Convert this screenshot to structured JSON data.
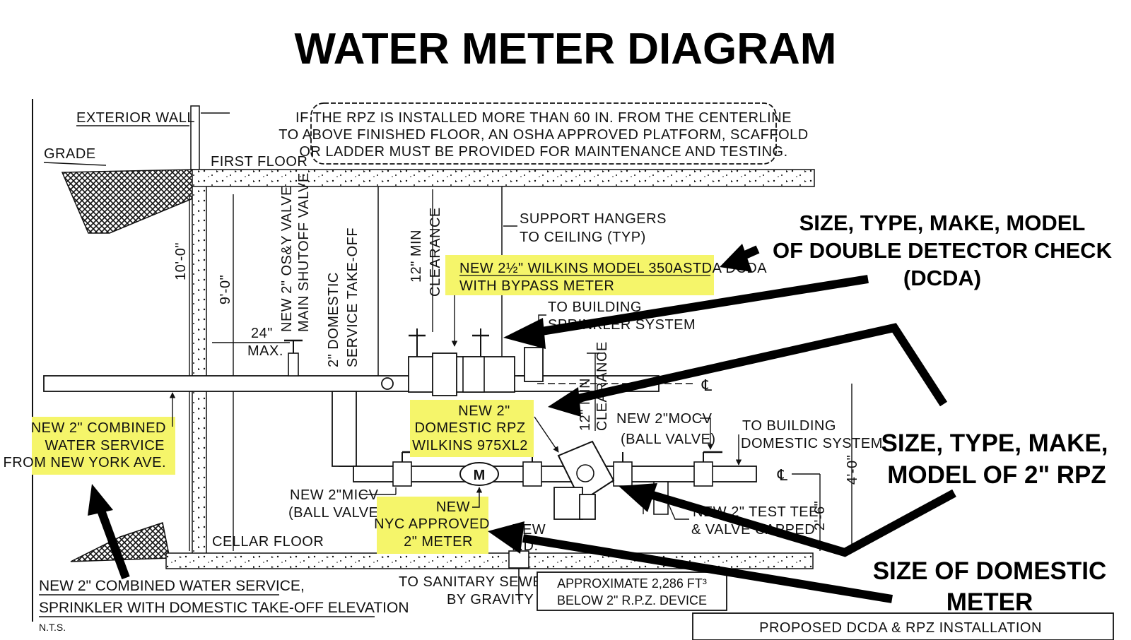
{
  "title": "WATER METER DIAGRAM",
  "note": {
    "line1": "IF THE RPZ IS INSTALLED MORE THAN 60 IN. FROM THE CENTERLINE",
    "line2": "TO ABOVE FINISHED FLOOR, AN OSHA APPROVED PLATFORM, SCAFFOLD",
    "line3": "OR LADDER MUST BE PROVIDED FOR MAINTENANCE AND TESTING."
  },
  "labels": {
    "exterior_wall": "EXTERIOR WALL",
    "grade": "GRADE",
    "first_floor": "FIRST FLOOR",
    "cellar_floor": "CELLAR FLOOR",
    "height_10": "10'-0\"",
    "height_9": "9'-0\"",
    "max_24": "24\"",
    "max_label": "MAX.",
    "osy_valve_1": "NEW 2\" OS&Y VALVE",
    "osy_valve_2": "MAIN SHUTOFF VALVE",
    "domestic_takeoff_1": "2\" DOMESTIC",
    "domestic_takeoff_2": "SERVICE TAKE-OFF",
    "clearance_12_1": "12\" MIN",
    "clearance_12_2": "CLEARANCE",
    "support_hangers_1": "SUPPORT HANGERS",
    "support_hangers_2": "TO CEILING (TYP)",
    "dcda_1": "NEW 2½\" WILKINS MODEL 350ASTDA DCDA",
    "dcda_2": "WITH BYPASS METER",
    "sprinkler_1": "TO BUILDING",
    "sprinkler_2": "SPRINKLER SYSTEM",
    "rpz_1": "NEW 2\"",
    "rpz_2": "DOMESTIC RPZ",
    "rpz_3": "WILKINS 975XL2",
    "clearance_min_1": "12\" MIN",
    "clearance_min_2": "CLEARANCE",
    "mocv_1": "NEW 2\"MOCV",
    "mocv_2": "(BALL VALVE)",
    "domestic_sys_1": "TO BUILDING",
    "domestic_sys_2": "DOMESTIC SYSTEM",
    "height_4": "4'-0\"",
    "height_2_6": "2'-6\"",
    "combined_1": "NEW 2\" COMBINED",
    "combined_2": "WATER SERVICE",
    "combined_3": "FROM NEW YORK AVE.",
    "micv_1": "NEW 2\"MICV",
    "micv_2": "(BALL VALVE)",
    "meter_symbol": "M",
    "meter_1": "NEW",
    "meter_2": "NYC APPROVED",
    "meter_3": "2\" METER",
    "test_tee_1": "NEW 2\" TEST TEE",
    "test_tee_2": "& VALVE CAPPED",
    "new_fd_1": "NEW",
    "new_fd_2": "F.D.",
    "sewer_1": "TO SANITARY SEWER",
    "sewer_2": "BY GRAVITY",
    "approx_1": "APPROXIMATE 2,286 FT³",
    "approx_2": "BELOW 2\" R.P.Z. DEVICE",
    "elevation_1": "NEW 2\" COMBINED WATER SERVICE,",
    "elevation_2": "SPRINKLER WITH DOMESTIC TAKE-OFF ELEVATION",
    "nts": "N.T.S.",
    "proposed": "PROPOSED DCDA & RPZ INSTALLATION"
  },
  "callouts": {
    "dcda_1": "SIZE, TYPE, MAKE, MODEL",
    "dcda_2": "OF DOUBLE DETECTOR CHECK",
    "dcda_3": "(DCDA)",
    "rpz_1": "SIZE, TYPE, MAKE,",
    "rpz_2": "MODEL OF 2\" RPZ",
    "meter_1": "SIZE OF DOMESTIC",
    "meter_2": "METER"
  },
  "colors": {
    "highlight": "#f5f56a",
    "ink": "#111111"
  }
}
